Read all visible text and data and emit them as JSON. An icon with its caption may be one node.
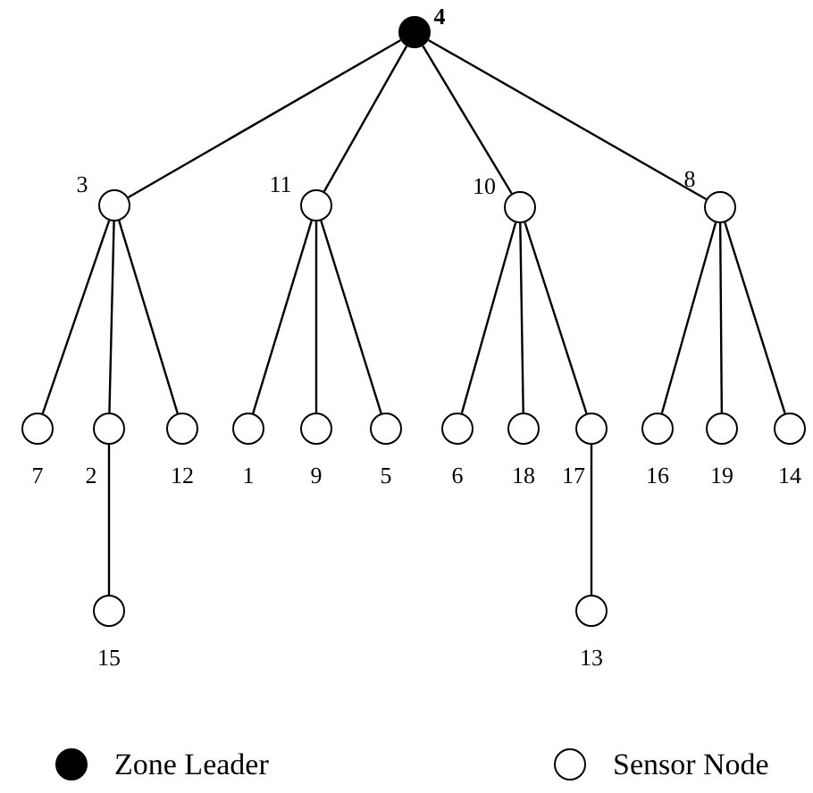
{
  "diagram": {
    "nodes": [
      {
        "text": [],
        "shape": "dot",
        "beside": [
          "4"
        ]
      },
      {
        "text": [],
        "shape": "circle",
        "beside": [
          "3"
        ]
      },
      {
        "text": [],
        "shape": "circle",
        "beside": [
          "11"
        ]
      },
      {
        "text": [],
        "shape": "circle",
        "beside": [
          "10"
        ]
      },
      {
        "text": [],
        "shape": "circle",
        "beside": [
          "8"
        ]
      },
      {
        "text": [],
        "shape": "circle",
        "beside": [
          "7"
        ]
      },
      {
        "text": [],
        "shape": "circle",
        "beside": [
          "2"
        ]
      },
      {
        "text": [],
        "shape": "circle",
        "beside": [
          "12"
        ]
      },
      {
        "text": [],
        "shape": "circle",
        "beside": [
          "1"
        ]
      },
      {
        "text": [],
        "shape": "circle",
        "beside": [
          "9"
        ]
      },
      {
        "text": [],
        "shape": "circle",
        "beside": [
          "5"
        ]
      },
      {
        "text": [],
        "shape": "circle",
        "beside": [
          "6"
        ]
      },
      {
        "text": [],
        "shape": "circle",
        "beside": [
          "18"
        ]
      },
      {
        "text": [],
        "shape": "circle",
        "beside": [
          "17"
        ]
      },
      {
        "text": [],
        "shape": "circle",
        "beside": [
          "16"
        ]
      },
      {
        "text": [],
        "shape": "circle",
        "beside": [
          "19"
        ]
      },
      {
        "text": [],
        "shape": "circle",
        "beside": [
          "14"
        ]
      },
      {
        "text": [],
        "shape": "circle",
        "beside": [
          "15"
        ]
      },
      {
        "text": [],
        "shape": "circle",
        "beside": [
          "13"
        ]
      }
    ],
    "edges": [
      {
        "from": 0,
        "to": 1,
        "arrow": "none"
      },
      {
        "from": 0,
        "to": 2,
        "arrow": "none"
      },
      {
        "from": 0,
        "to": 3,
        "arrow": "none"
      },
      {
        "from": 0,
        "to": 4,
        "arrow": "none"
      },
      {
        "from": 1,
        "to": 5,
        "arrow": "none"
      },
      {
        "from": 1,
        "to": 6,
        "arrow": "none"
      },
      {
        "from": 1,
        "to": 7,
        "arrow": "none"
      },
      {
        "from": 2,
        "to": 8,
        "arrow": "none"
      },
      {
        "from": 2,
        "to": 9,
        "arrow": "none"
      },
      {
        "from": 2,
        "to": 10,
        "arrow": "none"
      },
      {
        "from": 3,
        "to": 11,
        "arrow": "none"
      },
      {
        "from": 3,
        "to": 12,
        "arrow": "none"
      },
      {
        "from": 3,
        "to": 13,
        "arrow": "none"
      },
      {
        "from": 4,
        "to": 14,
        "arrow": "none"
      },
      {
        "from": 4,
        "to": 15,
        "arrow": "none"
      },
      {
        "from": 4,
        "to": 16,
        "arrow": "none"
      },
      {
        "from": 6,
        "to": 17,
        "arrow": "none"
      },
      {
        "from": 13,
        "to": 18,
        "arrow": "none"
      }
    ],
    "legend": [
      {
        "text": "Zone Leader",
        "color": "#000000"
      },
      {
        "text": "Sensor Node",
        "color": "#ffffff"
      }
    ]
  }
}
